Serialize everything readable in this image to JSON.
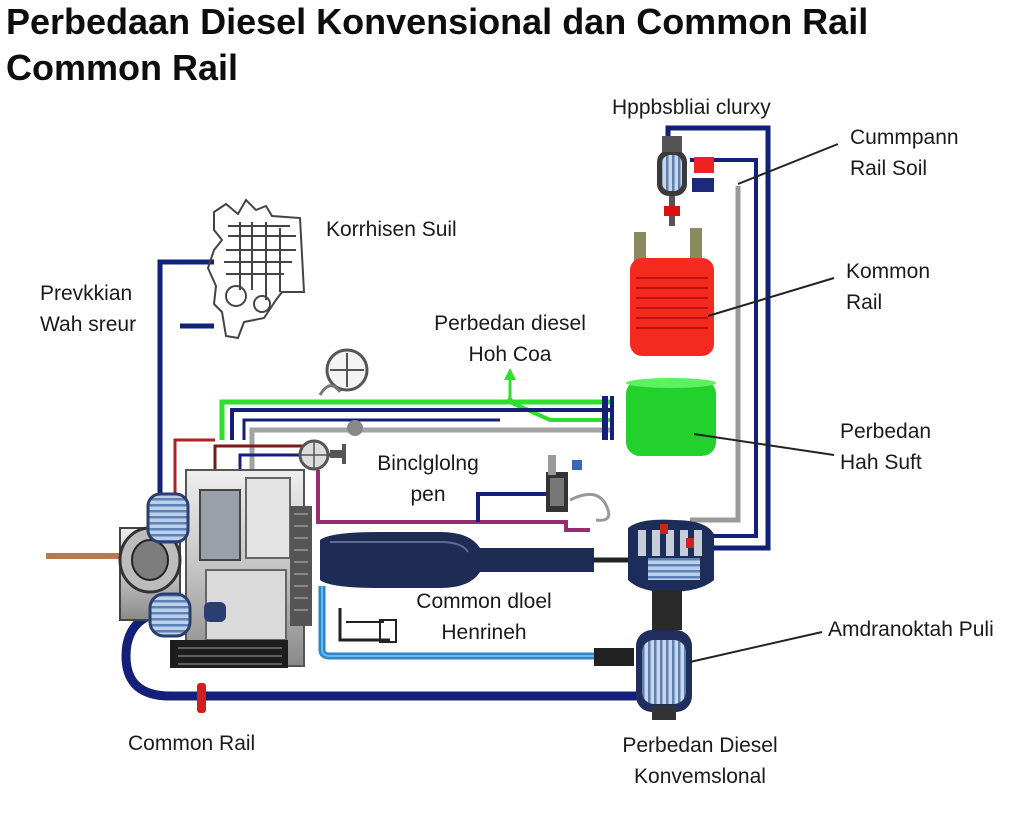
{
  "title": {
    "line1": "Perbedaan Diesel Konvensional dan Common Rail",
    "line2": "Common Rail"
  },
  "labels": {
    "top": "Hppbsbliai clurxy",
    "cummonpann": [
      "Cummpann",
      "Rail Soil"
    ],
    "kommon": [
      "Kommon",
      "Rail"
    ],
    "perbedan_right": [
      "Perbedan",
      "Hah Suft"
    ],
    "amdranoktah": "Amdranoktah Puli",
    "korrnisen": "Korrhisen Suil",
    "previdan": [
      "Prevkkian",
      "Wah sreur"
    ],
    "perbedan_diesel_mid": [
      "Perbedan diesel",
      "Hoh Coa"
    ],
    "bindgloing": [
      "Binclglolng",
      "pen"
    ],
    "common_dioel": [
      "Common dloel",
      "Henrineh"
    ],
    "common_rail_bottom": "Common Rail",
    "perbedan_diesel_bottom": [
      "Perbedan Diesel",
      "Konvemslonal"
    ]
  },
  "colors": {
    "navy": "#12207a",
    "green": "#2ee02e",
    "gray": "#9a9a9a",
    "magenta": "#9a2b73",
    "blue": "#2c86c8",
    "red_tank": "#f52a1f",
    "green_tank": "#22d12b"
  }
}
